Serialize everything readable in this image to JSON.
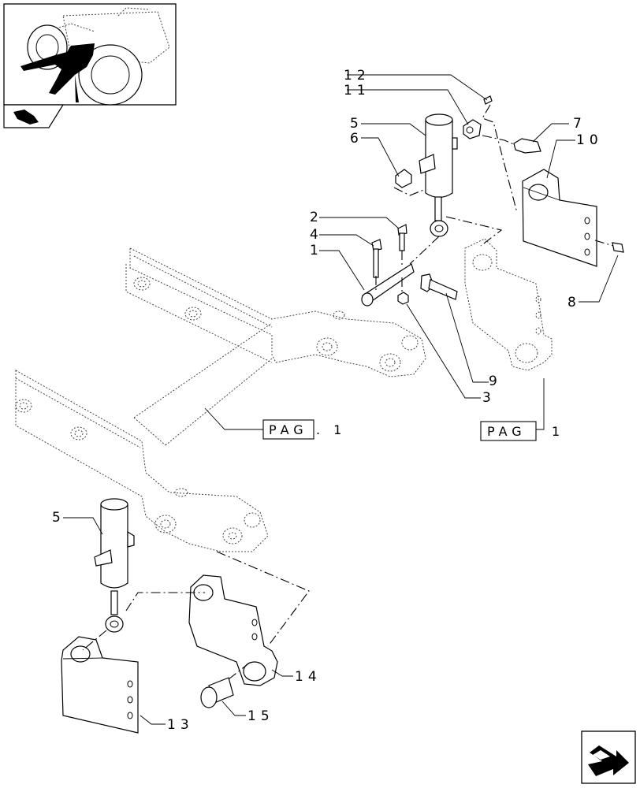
{
  "callouts": {
    "c12": "12",
    "c11": "11",
    "c5a": "5",
    "c6": "6",
    "c7": "7",
    "c10": "10",
    "c2": "2",
    "c4": "4",
    "c1": "1",
    "c8": "8",
    "c9": "9",
    "c3": "3",
    "c5b": "5",
    "c14": "14",
    "c13": "13",
    "c15": "15"
  },
  "references": {
    "pag_left": {
      "box": "PAG",
      "suffix": ". 1"
    },
    "pag_right": {
      "box": "PAG",
      "suffix": "1"
    }
  },
  "icons": {
    "thumbnail": "tractor-locator-icon",
    "section": "section-symbol-icon",
    "navigation": "next-page-arrow-icon"
  }
}
